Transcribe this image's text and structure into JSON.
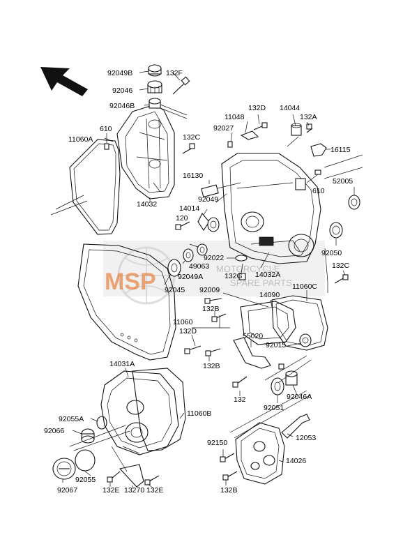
{
  "watermark": {
    "brand": "MSP",
    "line1": "MOTORCYCLE",
    "line2": "SPARE PARTS"
  },
  "labels": {
    "p92049B": "92049B",
    "p132F": "132F",
    "p92046": "92046",
    "p92046B": "92046B",
    "p11060A": "11060A",
    "p610a": "610",
    "p132C_a": "132C",
    "p14032": "14032",
    "p16130": "16130",
    "p14014": "14014",
    "p92049": "92049",
    "p120": "120",
    "p11048": "11048",
    "p132D_a": "132D",
    "p92027": "92027",
    "p14044": "14044",
    "p132A": "132A",
    "p16115": "16115",
    "p610b": "610",
    "p52005": "52005",
    "p92022": "92022",
    "p49063": "49063",
    "p92049A": "92049A",
    "p92045": "92045",
    "p92009": "92009",
    "p132G": "132G",
    "p14032A": "14032A",
    "p92050": "92050",
    "p132C_b": "132C",
    "p11060C": "11060C",
    "p14090": "14090",
    "p132B_a": "132B",
    "p11060": "11060",
    "p132D_b": "132D",
    "p55020": "55020",
    "p92015": "92015",
    "p132B_b": "132B",
    "p14031A": "14031A",
    "p132": "132",
    "p92046A": "92046A",
    "p92051": "92051",
    "p92055A": "92055A",
    "p11060B": "11060B",
    "p92066": "92066",
    "p92150": "92150",
    "p12053": "12053",
    "p14026": "14026",
    "p92055": "92055",
    "p92067": "92067",
    "p132E_a": "132E",
    "p13270": "13270",
    "p132E_b": "132E",
    "p132B_c": "132B"
  }
}
